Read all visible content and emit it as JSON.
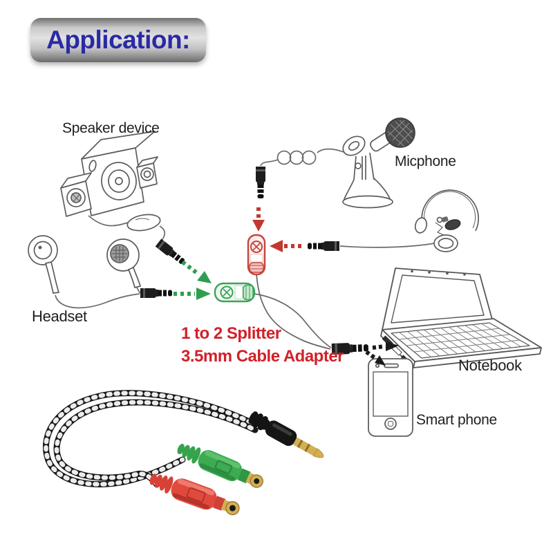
{
  "title": "Application:",
  "caption": {
    "line1": "1 to 2 Splitter",
    "line2": "3.5mm Cable Adapter"
  },
  "labels": {
    "speaker": "Speaker device",
    "micphone": "Micphone",
    "headset": "Headset",
    "notebook": "Notebook",
    "smartphone": "Smart phone"
  },
  "icons": {
    "speaker": "speaker-system-icon",
    "micphone": "desktop-microphone-icon",
    "headset": "earbuds-icon",
    "headset_mic": "headset-with-mic-icon",
    "notebook": "laptop-icon",
    "smartphone": "smartphone-icon",
    "mic_jack": "mic-jack-connector-icon",
    "audio_jack": "audio-jack-connector-icon",
    "plugs": "audio-plug-icon",
    "product": "splitter-cable-photo"
  },
  "colors": {
    "background": "#ffffff",
    "title_text": "#2a2aa5",
    "title_badge": "#c9c9c9",
    "caption_red": "#d0212a",
    "jack_green": "#2f9e51",
    "jack_red": "#c0392f",
    "line_art": "#5a5a5a",
    "product_green": "#3cab51",
    "product_red": "#e04a3e",
    "product_gold": "#d4af52",
    "product_cable": "#181818"
  }
}
